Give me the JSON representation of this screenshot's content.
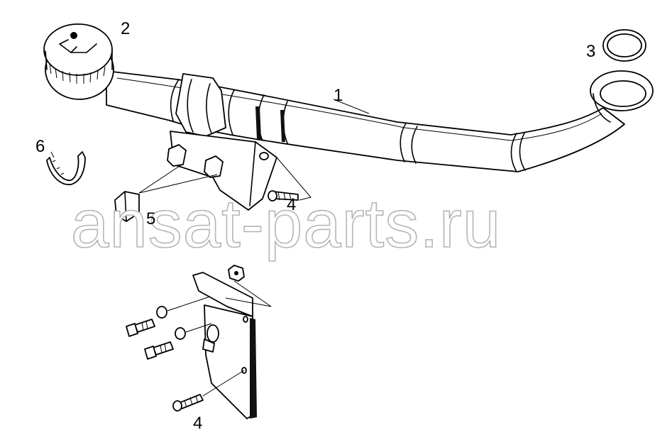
{
  "diagram": {
    "callouts": [
      {
        "id": "c1",
        "label": "1"
      },
      {
        "id": "c2",
        "label": "2"
      },
      {
        "id": "c3",
        "label": "3"
      },
      {
        "id": "c4a",
        "label": "4"
      },
      {
        "id": "c4b",
        "label": "4"
      },
      {
        "id": "c5",
        "label": "5"
      },
      {
        "id": "c6",
        "label": "6"
      }
    ],
    "watermark": "ansat-parts.ru"
  }
}
